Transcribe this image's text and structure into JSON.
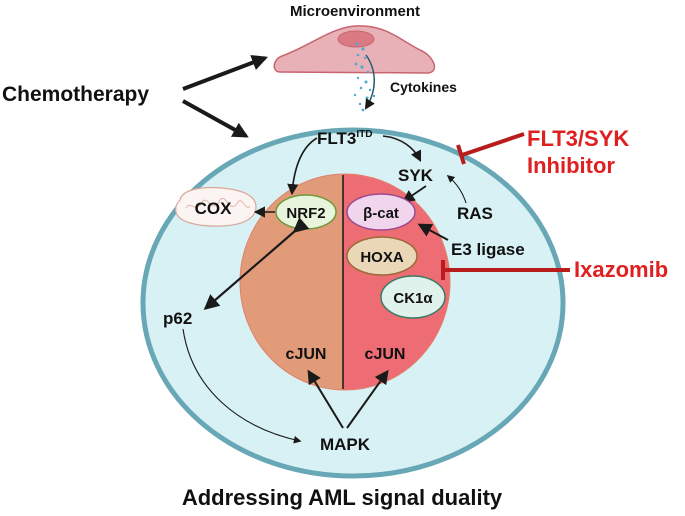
{
  "title": "Addressing AML signal duality",
  "microenvironment": {
    "label": "Microenvironment",
    "secreted_label": "Cytokines"
  },
  "stimulus": {
    "label": "Chemotherapy"
  },
  "inhibitors": {
    "flt3_syk": {
      "line1": "FLT3/SYK",
      "line2": "Inhibitor"
    },
    "ixazomib": {
      "label": "Ixazomib"
    }
  },
  "cytoplasm": {
    "flt3": {
      "label": "FLT3",
      "superscript": "ITD"
    },
    "syk": "SYK",
    "ras": "RAS",
    "e3_ligase": "E3 ligase",
    "p62": "p62",
    "mapk": "MAPK",
    "cox": "COX"
  },
  "nucleus": {
    "left": {
      "nrf2": "NRF2",
      "cjun": "cJUN"
    },
    "right": {
      "bcat": "β-cat",
      "hoxa": "HOXA",
      "ck1a": "CK1α",
      "cjun": "cJUN"
    }
  },
  "colors": {
    "cell_fill": "#d8f1f4",
    "cell_stroke": "#68a7b5",
    "nucleus_left": "#e19b78",
    "nucleus_right": "#ee6d74",
    "inhibitor_red": "#e02020",
    "inhibitor_bar": "#b81c1c",
    "nrf2_fill": "#e8f5dc",
    "nrf2_stroke": "#6e9a3a",
    "bcat_fill": "#f1d5ec",
    "bcat_stroke": "#9b4a92",
    "hoxa_fill": "#ead7b8",
    "hoxa_stroke": "#9a6a38",
    "ck1a_fill": "#dff2ec",
    "ck1a_stroke": "#3c7a64",
    "micro_fill": "#e8b1b7",
    "micro_stroke": "#c8646e"
  }
}
